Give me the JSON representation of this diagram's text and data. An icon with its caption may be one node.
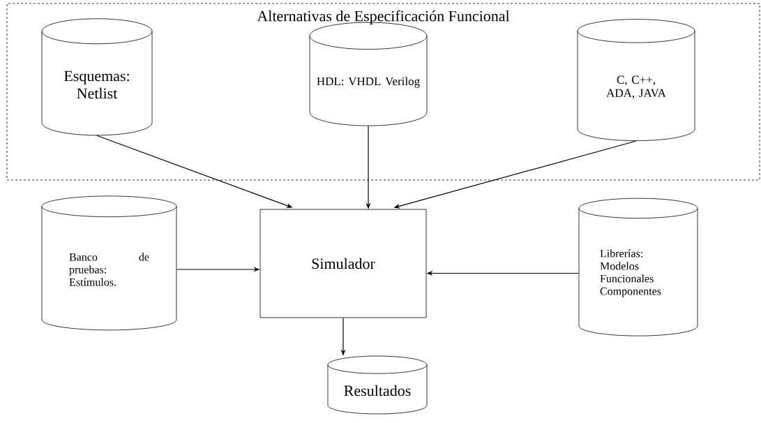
{
  "diagram": {
    "nodes": [
      {
        "text": [
          "Alternativas de Especificación Funcional"
        ]
      },
      {
        "text": [
          "Esquemas: Netlist"
        ],
        "in": 0
      },
      {
        "text": [
          "HDL: VHDL Verilog"
        ],
        "in": 0
      },
      {
        "text": [
          "C, C++, ADA, JAVA"
        ],
        "in": 0
      },
      {
        "text": [
          "Banco de pruebas: Estímulos."
        ]
      },
      {
        "text": [
          "Simulador"
        ]
      },
      {
        "text": [
          "Librerías: Modelos Funcionales Componentes"
        ]
      },
      {
        "text": [
          "Resultados"
        ]
      }
    ],
    "edges": [
      {
        "from": 1,
        "to": 5,
        "arrow": "to"
      },
      {
        "from": 2,
        "to": 5,
        "arrow": "to"
      },
      {
        "from": 3,
        "to": 5,
        "arrow": "to"
      },
      {
        "from": 4,
        "to": 5,
        "arrow": "to"
      },
      {
        "from": 6,
        "to": 5,
        "arrow": "to"
      },
      {
        "from": 5,
        "to": 7,
        "arrow": "to"
      }
    ]
  }
}
